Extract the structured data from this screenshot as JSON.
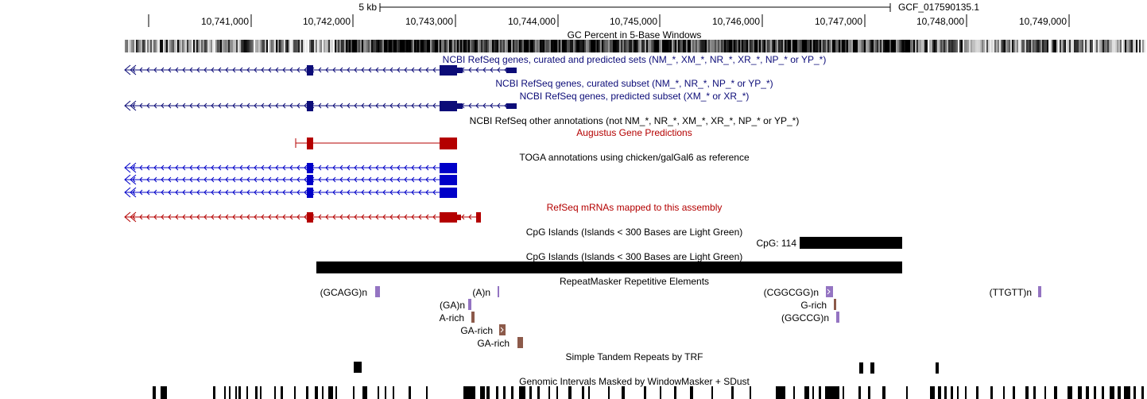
{
  "ruler": {
    "scale_label": "5 kb",
    "assembly": "GCF_017590135.1",
    "ticks": [
      "10,741,000",
      "10,742,000",
      "10,743,000",
      "10,744,000",
      "10,745,000",
      "10,746,000",
      "10,747,000",
      "10,748,000",
      "10,749,000"
    ]
  },
  "tracks": {
    "gc_percent": "GC Percent in 5-Base Windows",
    "refseq_all": "NCBI RefSeq genes, curated and predicted sets (NM_*, XM_*, NR_*, XR_*, NP_* or YP_*)",
    "refseq_curated": "NCBI RefSeq genes, curated subset (NM_*, NR_*, NP_* or YP_*)",
    "refseq_predicted": "NCBI RefSeq genes, predicted subset (XM_* or XR_*)",
    "refseq_other": "NCBI RefSeq other annotations (not NM_*, NR_*, XM_*, XR_*, NP_* or YP_*)",
    "augustus": "Augustus Gene Predictions",
    "toga": "TOGA annotations using chicken/galGal6 as reference",
    "refseq_mrna": "RefSeq mRNAs mapped to this assembly",
    "cpg_1": "CpG Islands (Islands < 300 Bases are Light Green)",
    "cpg_label": "CpG: 114",
    "cpg_2": "CpG Islands (Islands < 300 Bases are Light Green)",
    "repeatmasker": "RepeatMasker Repetitive Elements",
    "trf": "Simple Tandem Repeats by TRF",
    "windowmasker": "Genomic Intervals Masked by WindowMasker + SDust"
  },
  "repeats": {
    "gcagg": "(GCAGG)n",
    "a_n": "(A)n",
    "cggcgg": "(CGGCGG)n",
    "ttgtt": "(TTGTT)n",
    "ga_n": "(GA)n",
    "g_rich": "G-rich",
    "a_rich": "A-rich",
    "ggccg": "(GGCCG)n",
    "ga_rich": "GA-rich",
    "ga_rich_2": "GA-rich"
  },
  "colors": {
    "refseq_blue": "#0c0c78",
    "toga_blue": "#0000c8",
    "augustus_red": "#b40000",
    "repeat_purple": "#9474c2",
    "repeat_brown": "#8c5a4a",
    "black": "#000000"
  }
}
